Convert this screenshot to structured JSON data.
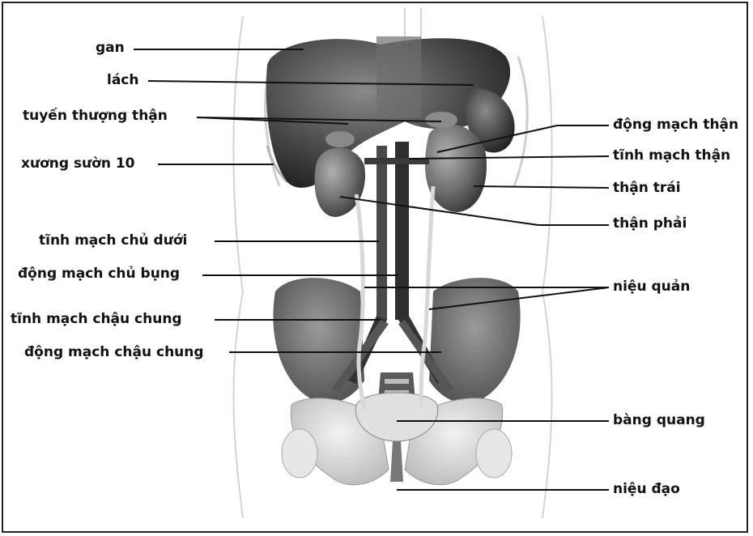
{
  "labels": {
    "gan": "gan",
    "lach": "lách",
    "tuyen_thuong_than": "tuyến thượng thận",
    "xuong_suon_10": "xương sườn 10",
    "tinh_mach_chu_duoi": "tĩnh mạch chủ dưới",
    "dong_mach_chu_bung": "động mạch chủ bụng",
    "tinh_mach_chau_chung": "tĩnh mạch chậu chung",
    "dong_mach_chau_chung": "động mạch chậu chung",
    "dong_mach_than": "động mạch thận",
    "tinh_mach_than": "tĩnh mạch thận",
    "than_trai": "thận trái",
    "than_phai": "thận phải",
    "nieu_quan": "niệu quản",
    "bang_quang": "bàng quang",
    "nieu_dao": "niệu đạo"
  }
}
